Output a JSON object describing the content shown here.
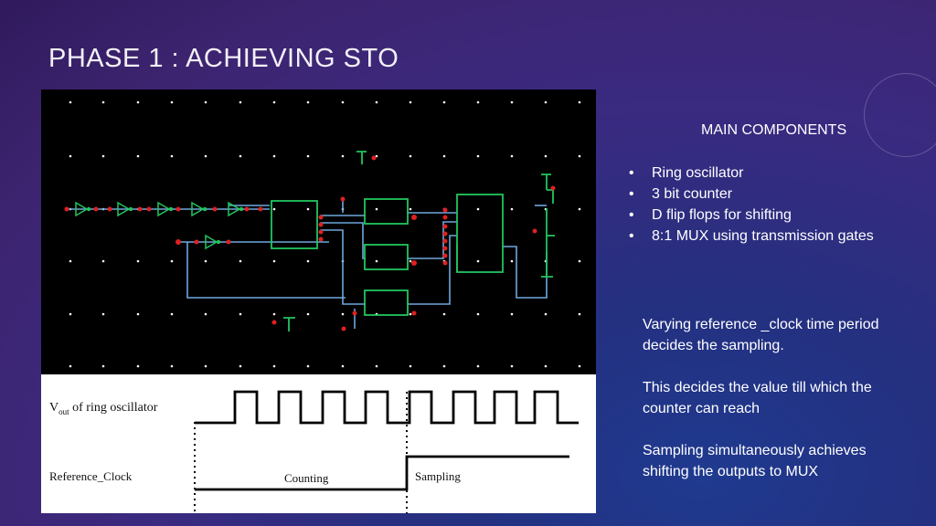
{
  "slide": {
    "title": "PHASE 1 : ACHIEVING STO"
  },
  "figure": {
    "timing": {
      "vout_prefix": "V",
      "vout_sub": "out",
      "vout_suffix": " of ring oscillator",
      "reference_clock_label": "Reference_Clock",
      "counting_label": "Counting",
      "sampling_label": "Sampling"
    }
  },
  "components": {
    "heading": "MAIN COMPONENTS",
    "items": [
      "Ring oscillator",
      "3 bit counter",
      "D flip flops for shifting",
      "8:1 MUX using transmission gates"
    ]
  },
  "notes": {
    "p1": "Varying reference _clock time period decides the sampling.",
    "p2": "This decides the value till which the counter can reach",
    "p3": "Sampling simultaneously achieves shifting the outputs to MUX"
  },
  "colors": {
    "wire_blue": "#6fa8dc",
    "block_green": "#22c55e",
    "pin_red": "#e02020",
    "grid_dot": "#ffffff"
  }
}
